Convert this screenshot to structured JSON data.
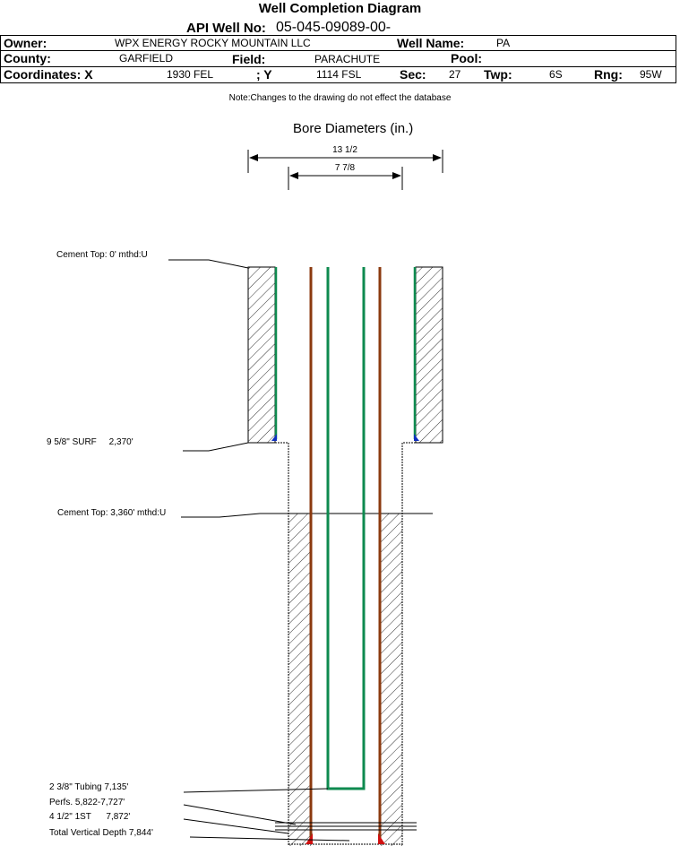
{
  "header": {
    "title": "Well Completion Diagram",
    "api_label": "API Well No:",
    "api_value": "05-045-09089-00-",
    "owner_label": "Owner:",
    "owner_value": "WPX ENERGY ROCKY MOUNTAIN LLC",
    "well_name_label": "Well Name:",
    "well_name_value": "PA",
    "county_label": "County:",
    "county_value": "GARFIELD",
    "field_label": "Field:",
    "field_value": "PARACHUTE",
    "pool_label": "Pool:",
    "pool_value": "",
    "coord_x_label": "Coordinates: X",
    "coord_x_value": "1930 FEL",
    "coord_y_label": "; Y",
    "coord_y_value": "1114 FSL",
    "sec_label": "Sec:",
    "sec_value": "27",
    "twp_label": "Twp:",
    "twp_value": "6S",
    "rng_label": "Rng:",
    "rng_value": "95W",
    "note": "Note:Changes to the drawing do not effect the database"
  },
  "diagram": {
    "bore_title": "Bore Diameters (in.)",
    "bore_outer": "13 1/2",
    "bore_inner": "7 7/8",
    "labels": {
      "cement_top_surface": "Cement Top: 0' mthd:U",
      "surface_casing": "9 5/8\" SURF     2,370'",
      "cement_top_production": "Cement Top: 3,360' mthd:U",
      "tubing": "2 3/8\" Tubing 7,135'",
      "perfs": "Perfs. 5,822-7,727'",
      "production_casing": "4 1/2\" 1ST      7,872'",
      "total_depth": "Total Vertical Depth 7,844'"
    },
    "colors": {
      "casing_surface": "#0e8a4f",
      "casing_production": "#8b3a0f",
      "tubing": "#0e8a4f",
      "shoe_blue": "#1030c0",
      "shoe_red": "#d01010"
    }
  }
}
